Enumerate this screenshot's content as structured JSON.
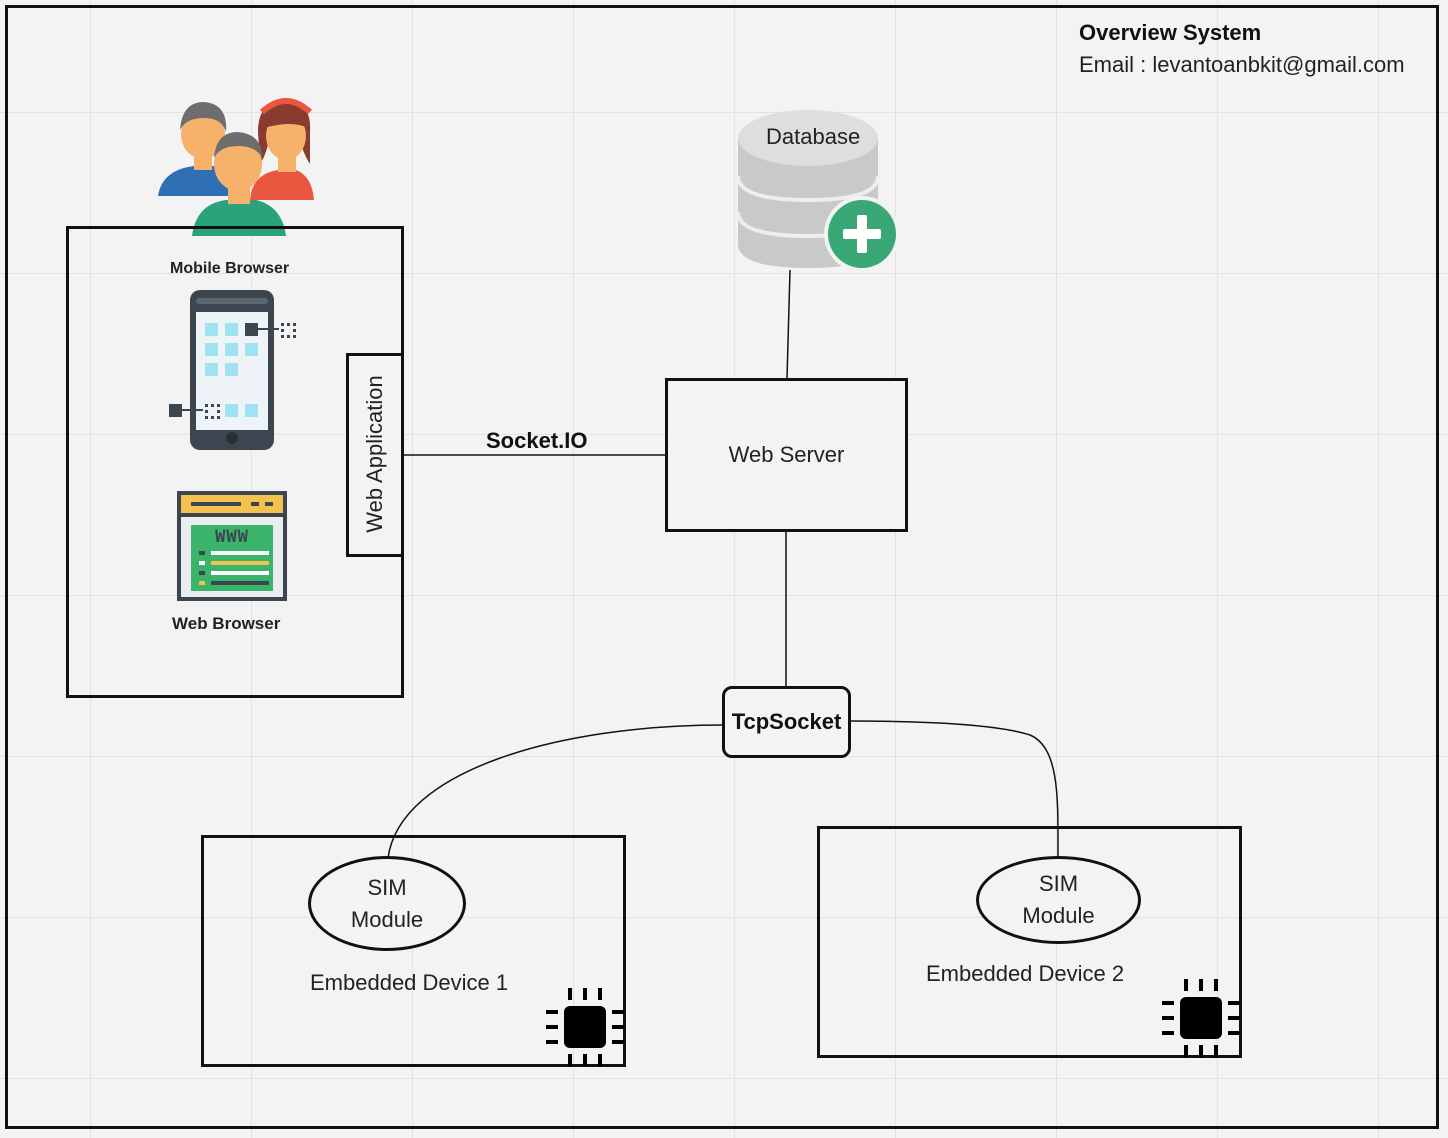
{
  "header": {
    "title": "Overview System",
    "email": "Email : levantoanbkit@gmail.com"
  },
  "client": {
    "mobile_label": "Mobile Browser",
    "web_label": "Web Browser",
    "app_label": "Web Application",
    "www_text": "WWW"
  },
  "connections": {
    "socketio": "Socket.IO",
    "tcpsocket": "TcpSocket"
  },
  "server": {
    "label": "Web Server"
  },
  "database": {
    "label": "Database"
  },
  "devices": [
    {
      "name": "Embedded Device 1",
      "module_line1": "SIM",
      "module_line2": "Module"
    },
    {
      "name": "Embedded Device 2",
      "module_line1": "SIM",
      "module_line2": "Module"
    }
  ],
  "colors": {
    "stroke": "#111111",
    "db_gray": "#c9c9c9",
    "plus_green": "#3aa876",
    "phone_dark": "#3d4650",
    "tile_cyan": "#9fe3f2",
    "browser_yellow": "#f2c14e",
    "browser_green": "#3ab36b"
  },
  "icons": [
    "users-icon",
    "smartphone-icon",
    "web-browser-icon",
    "database-icon",
    "plus-icon",
    "chip-icon"
  ]
}
